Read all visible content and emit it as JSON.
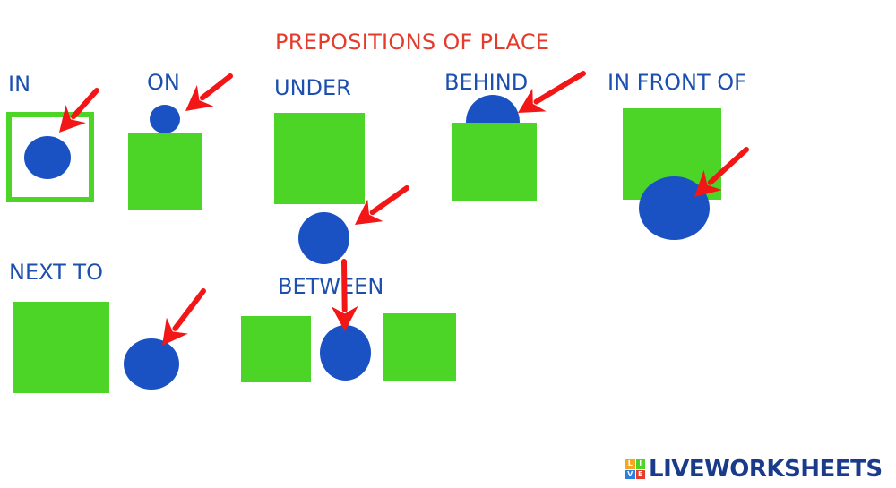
{
  "colors": {
    "title": "#e53b2c",
    "label": "#1c4fae",
    "green": "#4cd526",
    "blue": "#1a52c4",
    "arrow": "#f21616",
    "brand": "#1a3a8a"
  },
  "title": "PREPOSITIONS OF PLACE",
  "labels": {
    "in": "IN",
    "on": "ON",
    "under": "UNDER",
    "behind": "BEHIND",
    "in_front_of": "IN FRONT OF",
    "next_to": "NEXT TO",
    "between": "BETWEEN"
  },
  "brand": {
    "name": "LIVEWORKSHEETS",
    "logo_letters": [
      "L",
      "I",
      "V",
      "E"
    ],
    "logo_colors": [
      "#f5a623",
      "#4cd526",
      "#2a7de1",
      "#e53b2c"
    ]
  }
}
